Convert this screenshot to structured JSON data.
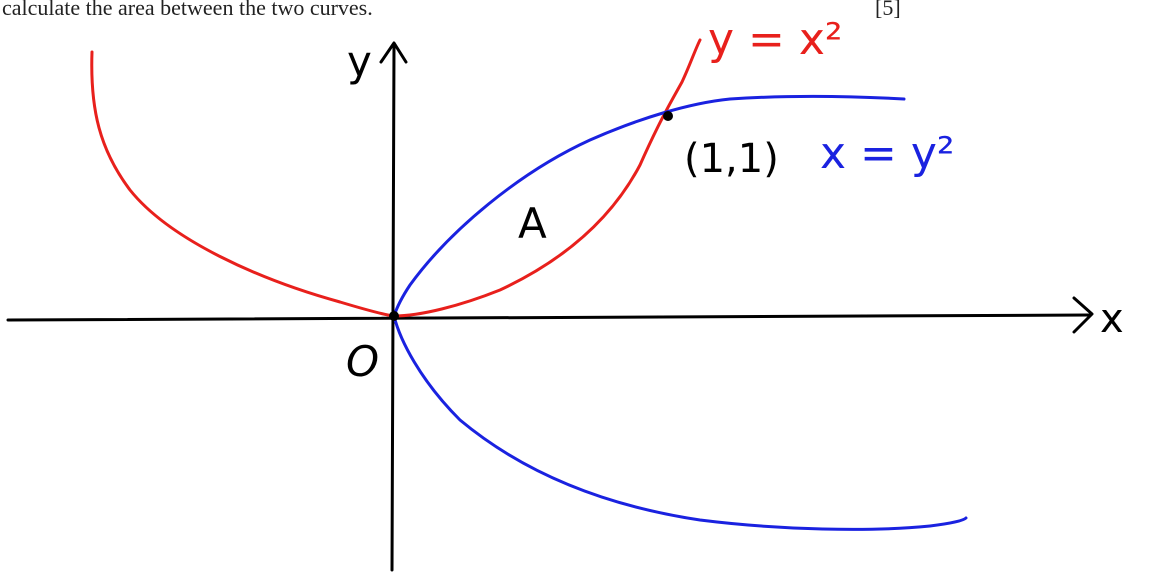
{
  "question": {
    "text": "calculate the area between the two curves.",
    "marks": "[5]"
  },
  "diagram": {
    "x_axis_label": "x",
    "y_axis_label": "y",
    "origin_label": "O",
    "region_label": "A",
    "intersection_label": "(1,1)",
    "curve_parabola_label": "y = x²",
    "curve_sideways_label": "x = y²",
    "colors": {
      "axes": "#000000",
      "parabola": "#e8201c",
      "sideways": "#1a22e0",
      "annotation": "#111111"
    }
  }
}
